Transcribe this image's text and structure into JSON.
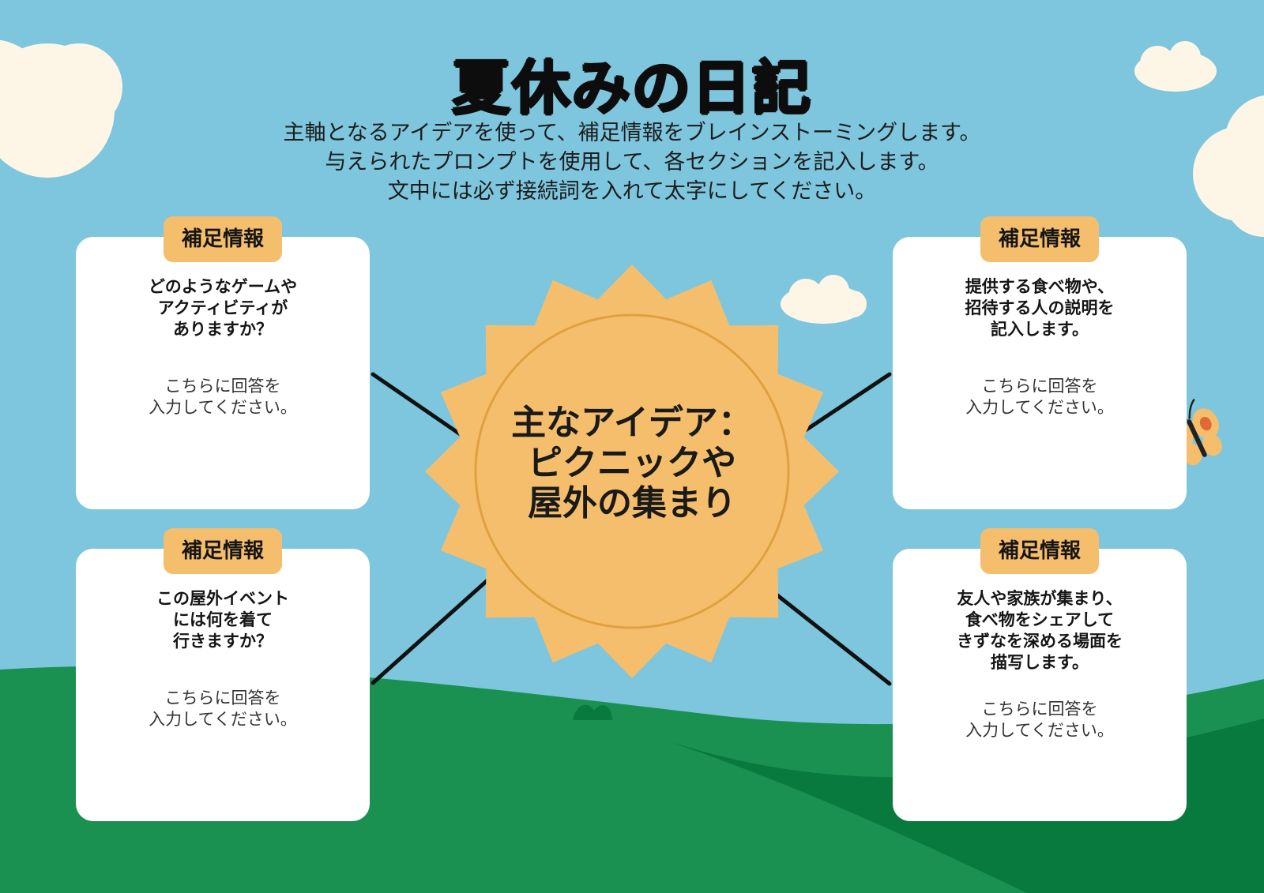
{
  "title": "夏休みの日記",
  "intro": [
    "主軸となるアイデアを使って、補足情報をブレインストーミングします。",
    "与えられたプロンプトを使用して、各セクションを記入します。",
    "文中には必ず接続詞を入れて太字にしてください。"
  ],
  "main_idea": [
    "主なアイデア：",
    "ピクニックや",
    "屋外の集まり"
  ],
  "cards": [
    {
      "tag": "補足情報",
      "question": [
        "どのようなゲームや",
        "アクティビティが",
        "ありますか？"
      ],
      "answer": [
        "こちらに回答を",
        "入力してください。"
      ]
    },
    {
      "tag": "補足情報",
      "question": [
        "提供する食べ物や、",
        "招待する人の説明を",
        "記入します。"
      ],
      "answer": [
        "こちらに回答を",
        "入力してください。"
      ]
    },
    {
      "tag": "補足情報",
      "question": [
        "この屋外イベント",
        "には何を着て",
        "行きますか？"
      ],
      "answer": [
        "こちらに回答を",
        "入力してください。"
      ]
    },
    {
      "tag": "補足情報",
      "question": [
        "友人や家族が集まり、",
        "食べ物をシェアして",
        "きずなを深める場面を",
        "描写します。"
      ],
      "answer": [
        "こちらに回答を",
        "入力してください。"
      ]
    }
  ],
  "colors": {
    "sky": "#7ec6dd",
    "grass_light": "#1a9150",
    "grass_dark": "#087a3d",
    "sun": "#f5be6c",
    "sun_ring": "#e0a040",
    "tag": "#f5be6c",
    "cloud": "#fdf6e6"
  },
  "icons": [
    "cloud-icon",
    "sun-icon",
    "butterfly-icon"
  ]
}
